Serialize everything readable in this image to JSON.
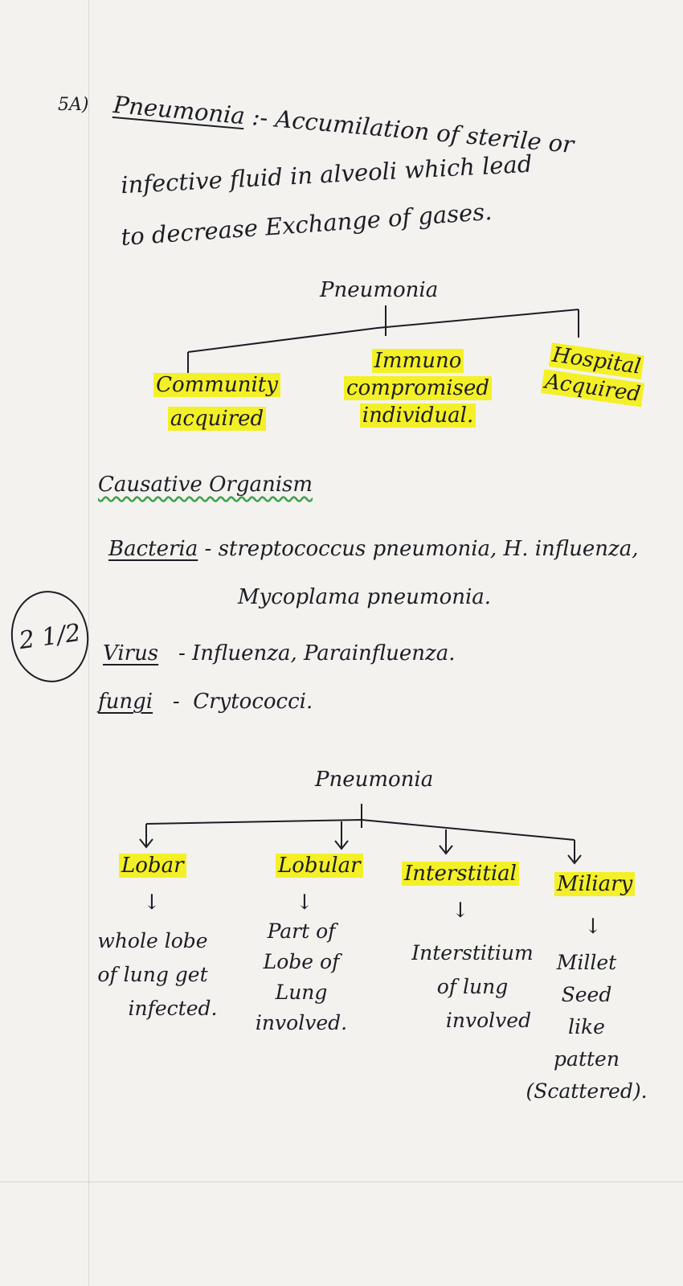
{
  "definition": {
    "number": "5A)",
    "term": "Pneumonia",
    "separator": ":-",
    "line1": "Accumilation of sterile or",
    "line2": "infective fluid in alveoli which lead",
    "line3": "to decrease Exchange of gases."
  },
  "tree1": {
    "root": "Pneumonia",
    "nodes": [
      {
        "l1": "Community",
        "l2": "acquired"
      },
      {
        "l1": "Immuno",
        "l2": "compromised",
        "l3": "individual."
      },
      {
        "l1": "Hospital",
        "l2": "Acquired"
      }
    ]
  },
  "causative": {
    "heading": "Causative Organism",
    "items": [
      {
        "label": "Bacteria",
        "dash": "-",
        "text": "streptococcus pneumonia, H. influenza,",
        "text2": "Mycoplama pneumonia."
      },
      {
        "label": "Virus",
        "dash": "-",
        "text": "Influenza, Parainfluenza."
      },
      {
        "label": "fungi",
        "dash": "-",
        "text": "Crytococci."
      }
    ]
  },
  "mark": "2 1/2",
  "tree2": {
    "root": "Pneumonia",
    "types": [
      {
        "name": "Lobar",
        "arrow": "↓",
        "desc": [
          "whole lobe",
          "of lung get",
          "infected."
        ]
      },
      {
        "name": "Lobular",
        "arrow": "↓",
        "desc": [
          "Part of",
          "Lobe of",
          "Lung",
          "involved."
        ]
      },
      {
        "name": "Interstitial",
        "arrow": "↓",
        "desc": [
          "Interstitium",
          "of lung",
          "involved"
        ]
      },
      {
        "name": "Miliary",
        "arrow": "↓",
        "desc": [
          "Millet",
          "Seed",
          "like",
          "patten",
          "(Scattered)."
        ]
      }
    ]
  },
  "colors": {
    "highlight": "#f4f027",
    "ink": "#1d1d24",
    "wavy_underline": "#3fa04a"
  }
}
